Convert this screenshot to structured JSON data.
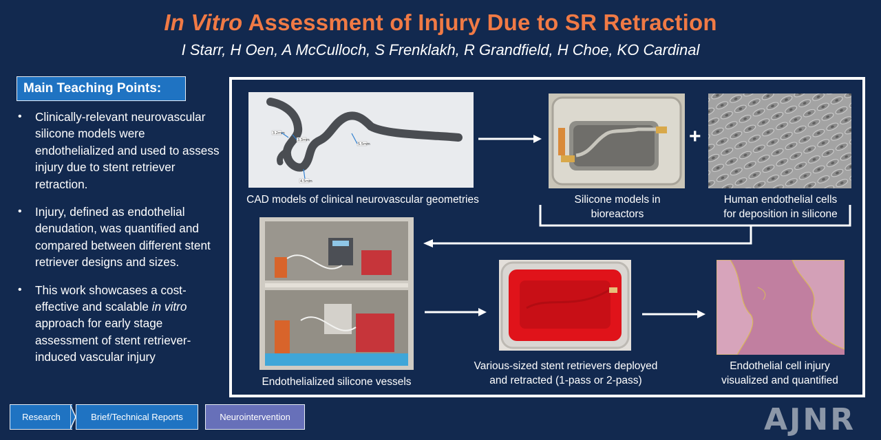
{
  "title": {
    "italic": "In Vitro",
    "rest": " Assessment of Injury Due to SR Retraction"
  },
  "authors": "I Starr, H Oen, A McCulloch, S Frenklakh, R Grandfield, H Choe, KO Cardinal",
  "teaching": {
    "heading": "Main Teaching Points:",
    "bullet_glyph": "•",
    "b1": "Clinically-relevant neurovascular silicone models were endothelialized and used to assess injury due to stent retriever retraction.",
    "b2": "Injury, defined as endothelial denudation, was quantified and compared between different stent retriever designs and sizes.",
    "b3_pre": "This work showcases a cost-effective and scalable ",
    "b3_italic": "in vitro",
    "b3_post": " approach for early stage assessment of stent retriever-induced vascular injury"
  },
  "workflow": {
    "cad_caption": "CAD models of clinical neurovascular geometries",
    "cad_labels": [
      "3.2mm",
      "3.3mm",
      "5.5mm",
      "4.5mm"
    ],
    "silicone_caption_1": "Silicone models in",
    "silicone_caption_2": "bioreactors",
    "plus": "+",
    "cells_caption_1": "Human endothelial cells",
    "cells_caption_2": "for deposition in silicone",
    "vessels_caption": "Endothelialized silicone vessels",
    "stent_caption_1": "Various-sized stent retrievers deployed",
    "stent_caption_2": "and retracted (1-pass or 2-pass)",
    "injury_caption_1": "Endothelial cell injury",
    "injury_caption_2": "visualized and quantified"
  },
  "tags": {
    "research": "Research",
    "brief": "Brief/Technical Reports",
    "neuro": "Neurointervention"
  },
  "logo": "AJNR",
  "colors": {
    "background": "#12294f",
    "title": "#f07a45",
    "tag_blue": "#1f73c2",
    "tag_purple": "#6770b9"
  }
}
